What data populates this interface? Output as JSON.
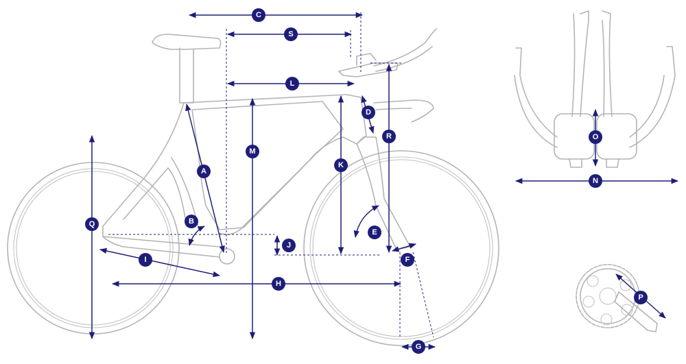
{
  "colors": {
    "accent": "#1e1e78",
    "line_art": "#b4b4b4"
  },
  "labels": {
    "A": "A",
    "B": "B",
    "C": "C",
    "D": "D",
    "E": "E",
    "F": "F",
    "G": "G",
    "H": "H",
    "I": "I",
    "J": "J",
    "K": "K",
    "L": "L",
    "M": "M",
    "N": "N",
    "O": "O",
    "P": "P",
    "Q": "Q",
    "R": "R",
    "S": "S"
  }
}
